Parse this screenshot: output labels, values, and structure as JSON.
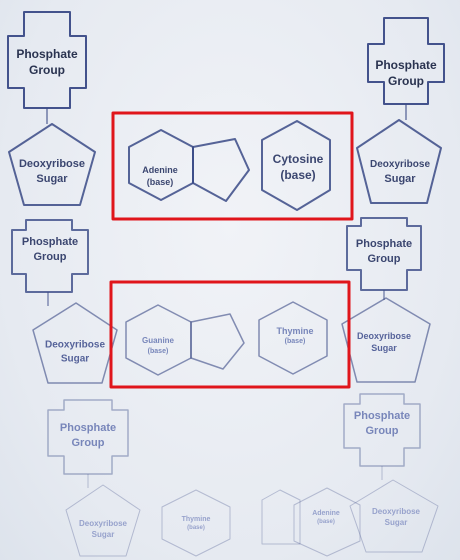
{
  "left_strand": {
    "phosphate_1": {
      "line1": "Phosphate",
      "line2": "Group"
    },
    "sugar_1": {
      "line1": "Deoxyribose",
      "line2": "Sugar"
    },
    "phosphate_2": {
      "line1": "Phosphate",
      "line2": "Group"
    },
    "sugar_2": {
      "line1": "Deoxyribose",
      "line2": "Sugar"
    },
    "phosphate_3": {
      "line1": "Phosphate",
      "line2": "Group"
    },
    "sugar_3": {
      "line1": "Deoxyribose",
      "line2": "Sugar"
    }
  },
  "right_strand": {
    "phosphate_1": {
      "line1": "Phosphate",
      "line2": "Group"
    },
    "sugar_1": {
      "line1": "Deoxyribose",
      "line2": "Sugar"
    },
    "phosphate_2": {
      "line1": "Phosphate",
      "line2": "Group"
    },
    "sugar_2": {
      "line1": "Deoxyribose",
      "line2": "Sugar"
    },
    "phosphate_3": {
      "line1": "Phosphate",
      "line2": "Group"
    },
    "sugar_3": {
      "line1": "Deoxyribose",
      "line2": "Sugar"
    }
  },
  "pair_1": {
    "left_base": {
      "line1": "Adenine",
      "line2": "(base)"
    },
    "right_base": {
      "line1": "Cytosine",
      "line2": "(base)"
    }
  },
  "pair_2": {
    "left_base": {
      "line1": "Guanine",
      "line2": "(base)"
    },
    "right_base": {
      "line1": "Thymine",
      "line2": "(base)"
    }
  },
  "pair_3": {
    "left_base": {
      "line1": "Thymine",
      "line2": "(base)"
    },
    "right_base": {
      "line1": "Adenine",
      "line2": "(base)"
    }
  },
  "colors": {
    "shape_outline": "#3a4a86",
    "highlight_box": "#e0151b"
  }
}
